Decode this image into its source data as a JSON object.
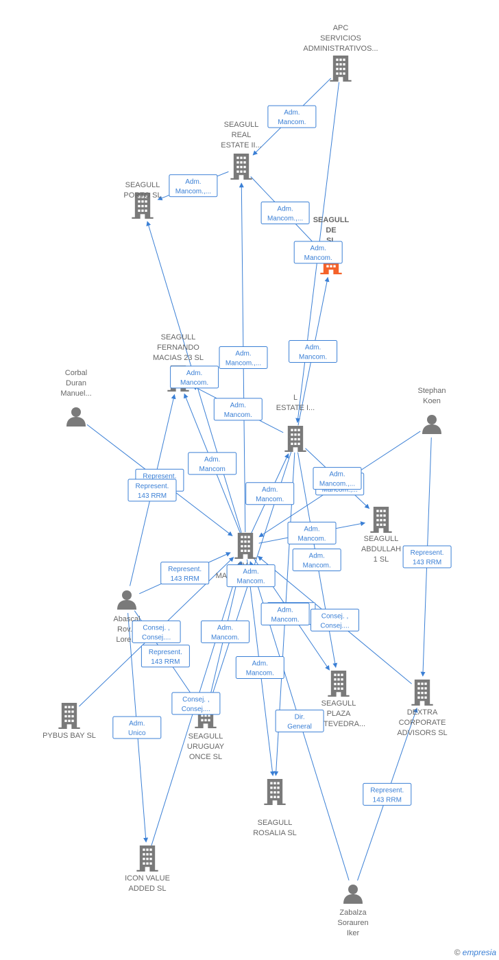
{
  "nodes": [
    {
      "id": "apc",
      "type": "company",
      "label": [
        "APC",
        "SERVICIOS",
        "ADMINISTRATIVOS..."
      ],
      "highlight": false
    },
    {
      "id": "sre2",
      "type": "company",
      "label": [
        "SEAGULL",
        "REAL",
        "ESTATE II..."
      ],
      "highlight": false
    },
    {
      "id": "porto",
      "type": "company",
      "label": [
        "SEAGULL",
        "PORTO  SL"
      ],
      "highlight": false
    },
    {
      "id": "main",
      "type": "company",
      "label": [
        "SEAGULL",
        "DE",
        "SL"
      ],
      "highlight": true
    },
    {
      "id": "fmacias",
      "type": "company",
      "label": [
        "SEAGULL",
        "FERNANDO",
        "MACIAS 23  SL"
      ],
      "highlight": false
    },
    {
      "id": "corbal",
      "type": "person",
      "label": [
        "Corbal",
        "Duran",
        "Manuel..."
      ],
      "highlight": false
    },
    {
      "id": "srealestate",
      "type": "company",
      "label": [
        "L",
        "ESTATE I..."
      ],
      "highlight": false
    },
    {
      "id": "stephan",
      "type": "person",
      "label": [
        "Stephan",
        "Koen"
      ],
      "highlight": false
    },
    {
      "id": "abdullah",
      "type": "company",
      "label": [
        "SEAGULL",
        "ABDULLAH",
        "1  SL"
      ],
      "highlight": false
    },
    {
      "id": "svm",
      "type": "company",
      "label": [
        "SV...",
        "MANAGEMENT..."
      ],
      "highlight": false
    },
    {
      "id": "abascal",
      "type": "person",
      "label": [
        "Abascal",
        "Rov...",
        "Lore..."
      ],
      "highlight": false
    },
    {
      "id": "pybus",
      "type": "company",
      "label": [
        "PYBUS BAY  SL"
      ],
      "highlight": false
    },
    {
      "id": "uruguay",
      "type": "company",
      "label": [
        "SEAGULL",
        "URUGUAY",
        "ONCE  SL"
      ],
      "highlight": false
    },
    {
      "id": "pontevedra",
      "type": "company",
      "label": [
        "SEAGULL",
        "PLAZA",
        "...NTEVEDRA..."
      ],
      "highlight": false
    },
    {
      "id": "dextra",
      "type": "company",
      "label": [
        "DEXTRA",
        "CORPORATE",
        "ADVISORS SL"
      ],
      "highlight": false
    },
    {
      "id": "rosalia",
      "type": "company",
      "label": [
        "SEAGULL",
        "ROSALIA  SL"
      ],
      "highlight": false
    },
    {
      "id": "icon",
      "type": "company",
      "label": [
        "ICON VALUE",
        "ADDED  SL"
      ],
      "highlight": false
    },
    {
      "id": "zabalza",
      "type": "person",
      "label": [
        "Zabalza",
        "Sorauren",
        "Iker"
      ],
      "highlight": false
    }
  ],
  "edges": [
    {
      "from": "apc",
      "to": "sre2",
      "label": [
        "Adm.",
        "Mancom."
      ]
    },
    {
      "from": "sre2",
      "to": "porto",
      "label": [
        "Adm.",
        "Mancom.,..."
      ]
    },
    {
      "from": "sre2",
      "to": "main",
      "label": [
        "Adm.",
        "Mancom.,..."
      ]
    },
    {
      "from": "apc",
      "to": "srealestate",
      "label": [
        "Adm.",
        "Mancom."
      ]
    },
    {
      "from": "svm",
      "to": "sre2",
      "label": [
        "Adm.",
        "Mancom.,..."
      ]
    },
    {
      "from": "svm",
      "to": "porto",
      "label": [
        "Adm.",
        "Mancom."
      ]
    },
    {
      "from": "svm",
      "to": "fmacias",
      "label": [
        "Adm.",
        "Mancom"
      ]
    },
    {
      "from": "srealestate",
      "to": "fmacias",
      "label": [
        "Adm.",
        "Mancom."
      ]
    },
    {
      "from": "srealestate",
      "to": "main",
      "label": [
        "Adm.",
        "Mancom."
      ]
    },
    {
      "from": "svm",
      "to": "srealestate",
      "label": [
        "Adm.",
        "Mancom."
      ]
    },
    {
      "from": "corbal",
      "to": "svm",
      "label": [
        "Represent.",
        "143 RRM"
      ]
    },
    {
      "from": "abascal",
      "to": "fmacias",
      "label": [
        "Represent.",
        "143 RRM"
      ]
    },
    {
      "from": "stephan",
      "to": "svm",
      "label": [
        "Adm.",
        "Mancom.,..."
      ]
    },
    {
      "from": "srealestate",
      "to": "abdullah",
      "label": [
        "Adm.",
        "Mancom.,..."
      ]
    },
    {
      "from": "svm",
      "to": "abdullah",
      "label": [
        "Adm.",
        "Mancom."
      ]
    },
    {
      "from": "srealestate",
      "to": "pontevedra",
      "label": [
        "Adm.",
        "Mancom."
      ]
    },
    {
      "from": "stephan",
      "to": "dextra",
      "label": [
        "Represent.",
        "143 RRM"
      ]
    },
    {
      "from": "abascal",
      "to": "svm",
      "label": [
        "Represent.",
        "143 RRM"
      ]
    },
    {
      "from": "abascal",
      "to": "uruguay",
      "label": [
        "Represent.",
        "143 RRM"
      ]
    },
    {
      "from": "pybus",
      "to": "svm",
      "label": [
        "Consej. ,",
        "Consej...."
      ]
    },
    {
      "from": "svm",
      "to": "pontevedra",
      "label": [
        "Adm.",
        "Mancom."
      ]
    },
    {
      "from": "dextra",
      "to": "svm",
      "label": [
        "Consej. ,",
        "Consej...."
      ]
    },
    {
      "from": "uruguay",
      "to": "svm",
      "label": [
        "Adm.",
        "Mancom."
      ]
    },
    {
      "from": "srealestate",
      "to": "uruguay",
      "label": [
        "Adm.",
        "Mancom."
      ]
    },
    {
      "from": "icon",
      "to": "svm",
      "label": [
        "Consej. ,",
        "Consej...."
      ]
    },
    {
      "from": "abascal",
      "to": "icon",
      "label": [
        "Adm.",
        "Unico"
      ]
    },
    {
      "from": "svm",
      "to": "rosalia",
      "label": [
        "Adm.",
        "Mancom."
      ]
    },
    {
      "from": "srealestate",
      "to": "rosalia",
      "label": [
        "Adm.",
        "Mancom."
      ]
    },
    {
      "from": "zabalza",
      "to": "svm",
      "label": [
        "Dir.",
        "General"
      ]
    },
    {
      "from": "zabalza",
      "to": "dextra",
      "label": [
        "Represent.",
        "143 RRM"
      ]
    }
  ],
  "colors": {
    "edge": "#3a7fd5",
    "node": "#7a7a7a",
    "highlight": "#f4622a",
    "label": "#666666"
  },
  "watermark": {
    "symbol": "©",
    "text": "empresia"
  }
}
